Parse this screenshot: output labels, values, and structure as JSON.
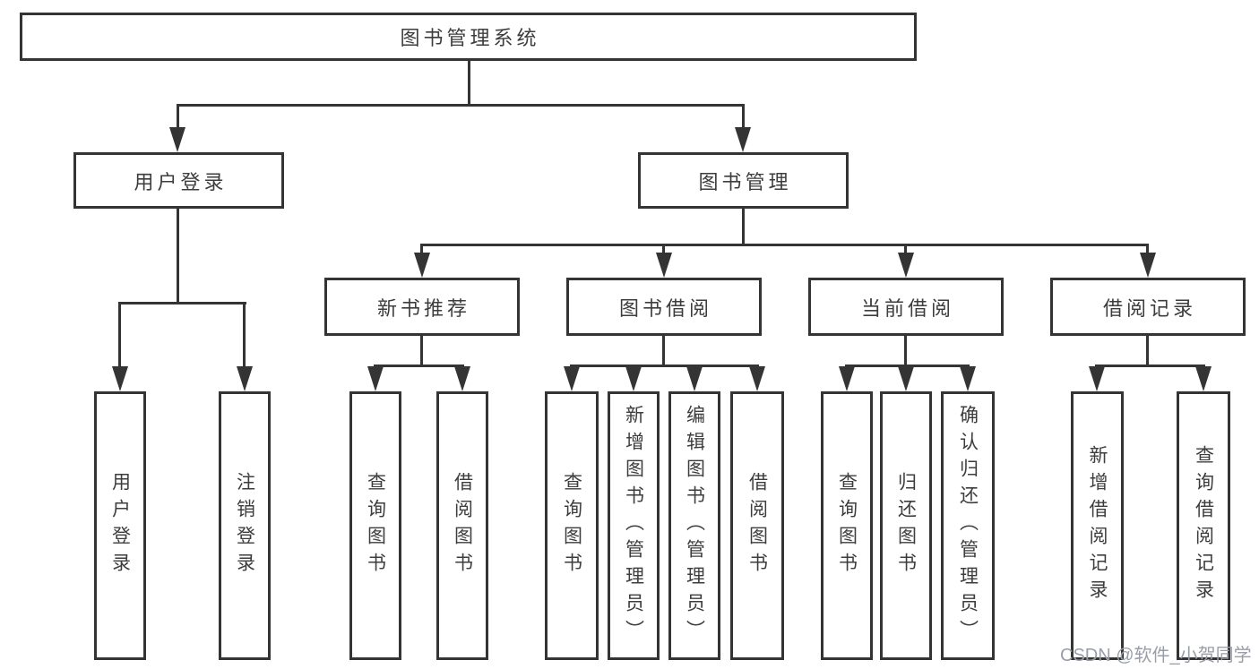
{
  "diagram": {
    "type": "tree",
    "title": "图书管理系统",
    "watermark": "CSDN @软件_小贺同学",
    "colors": {
      "line": "#343434",
      "text": "#3d3d3d",
      "background": "#ffffff",
      "watermark": "#9a9ea9"
    },
    "nodes": {
      "root": {
        "label": "图书管理系统",
        "children": [
          "用户登录",
          "图书管理"
        ]
      },
      "login": {
        "label": "用户登录",
        "children": [
          "用户登录",
          "注销登录"
        ]
      },
      "mgmt": {
        "label": "图书管理",
        "children": [
          "新书推荐",
          "图书借阅",
          "当前借阅",
          "借阅记录"
        ]
      },
      "rec": {
        "label": "新书推荐",
        "children": [
          "查询图书",
          "借阅图书"
        ]
      },
      "borrow": {
        "label": "图书借阅",
        "children": [
          "查询图书",
          "新增图书（管理员）",
          "编辑图书（管理员）",
          "借阅图书"
        ]
      },
      "current": {
        "label": "当前借阅",
        "children": [
          "查询图书",
          "归还图书",
          "确认归还（管理员）"
        ]
      },
      "records": {
        "label": "借阅记录",
        "children": [
          "新增借阅记录",
          "查询借阅记录"
        ]
      },
      "leaf_login_1": {
        "label": "用户登录"
      },
      "leaf_login_2": {
        "label": "注销登录"
      },
      "leaf_rec_1": {
        "label": "查询图书"
      },
      "leaf_rec_2": {
        "label": "借阅图书"
      },
      "leaf_borrow_1": {
        "label": "查询图书"
      },
      "leaf_borrow_2": {
        "label": "新增图书（管理员）"
      },
      "leaf_borrow_3": {
        "label": "编辑图书（管理员）"
      },
      "leaf_borrow_4": {
        "label": "借阅图书"
      },
      "leaf_current_1": {
        "label": "查询图书"
      },
      "leaf_current_2": {
        "label": "归还图书"
      },
      "leaf_current_3": {
        "label": "确认归还（管理员）"
      },
      "leaf_records_1": {
        "label": "新增借阅记录"
      },
      "leaf_records_2": {
        "label": "查询借阅记录"
      }
    }
  }
}
